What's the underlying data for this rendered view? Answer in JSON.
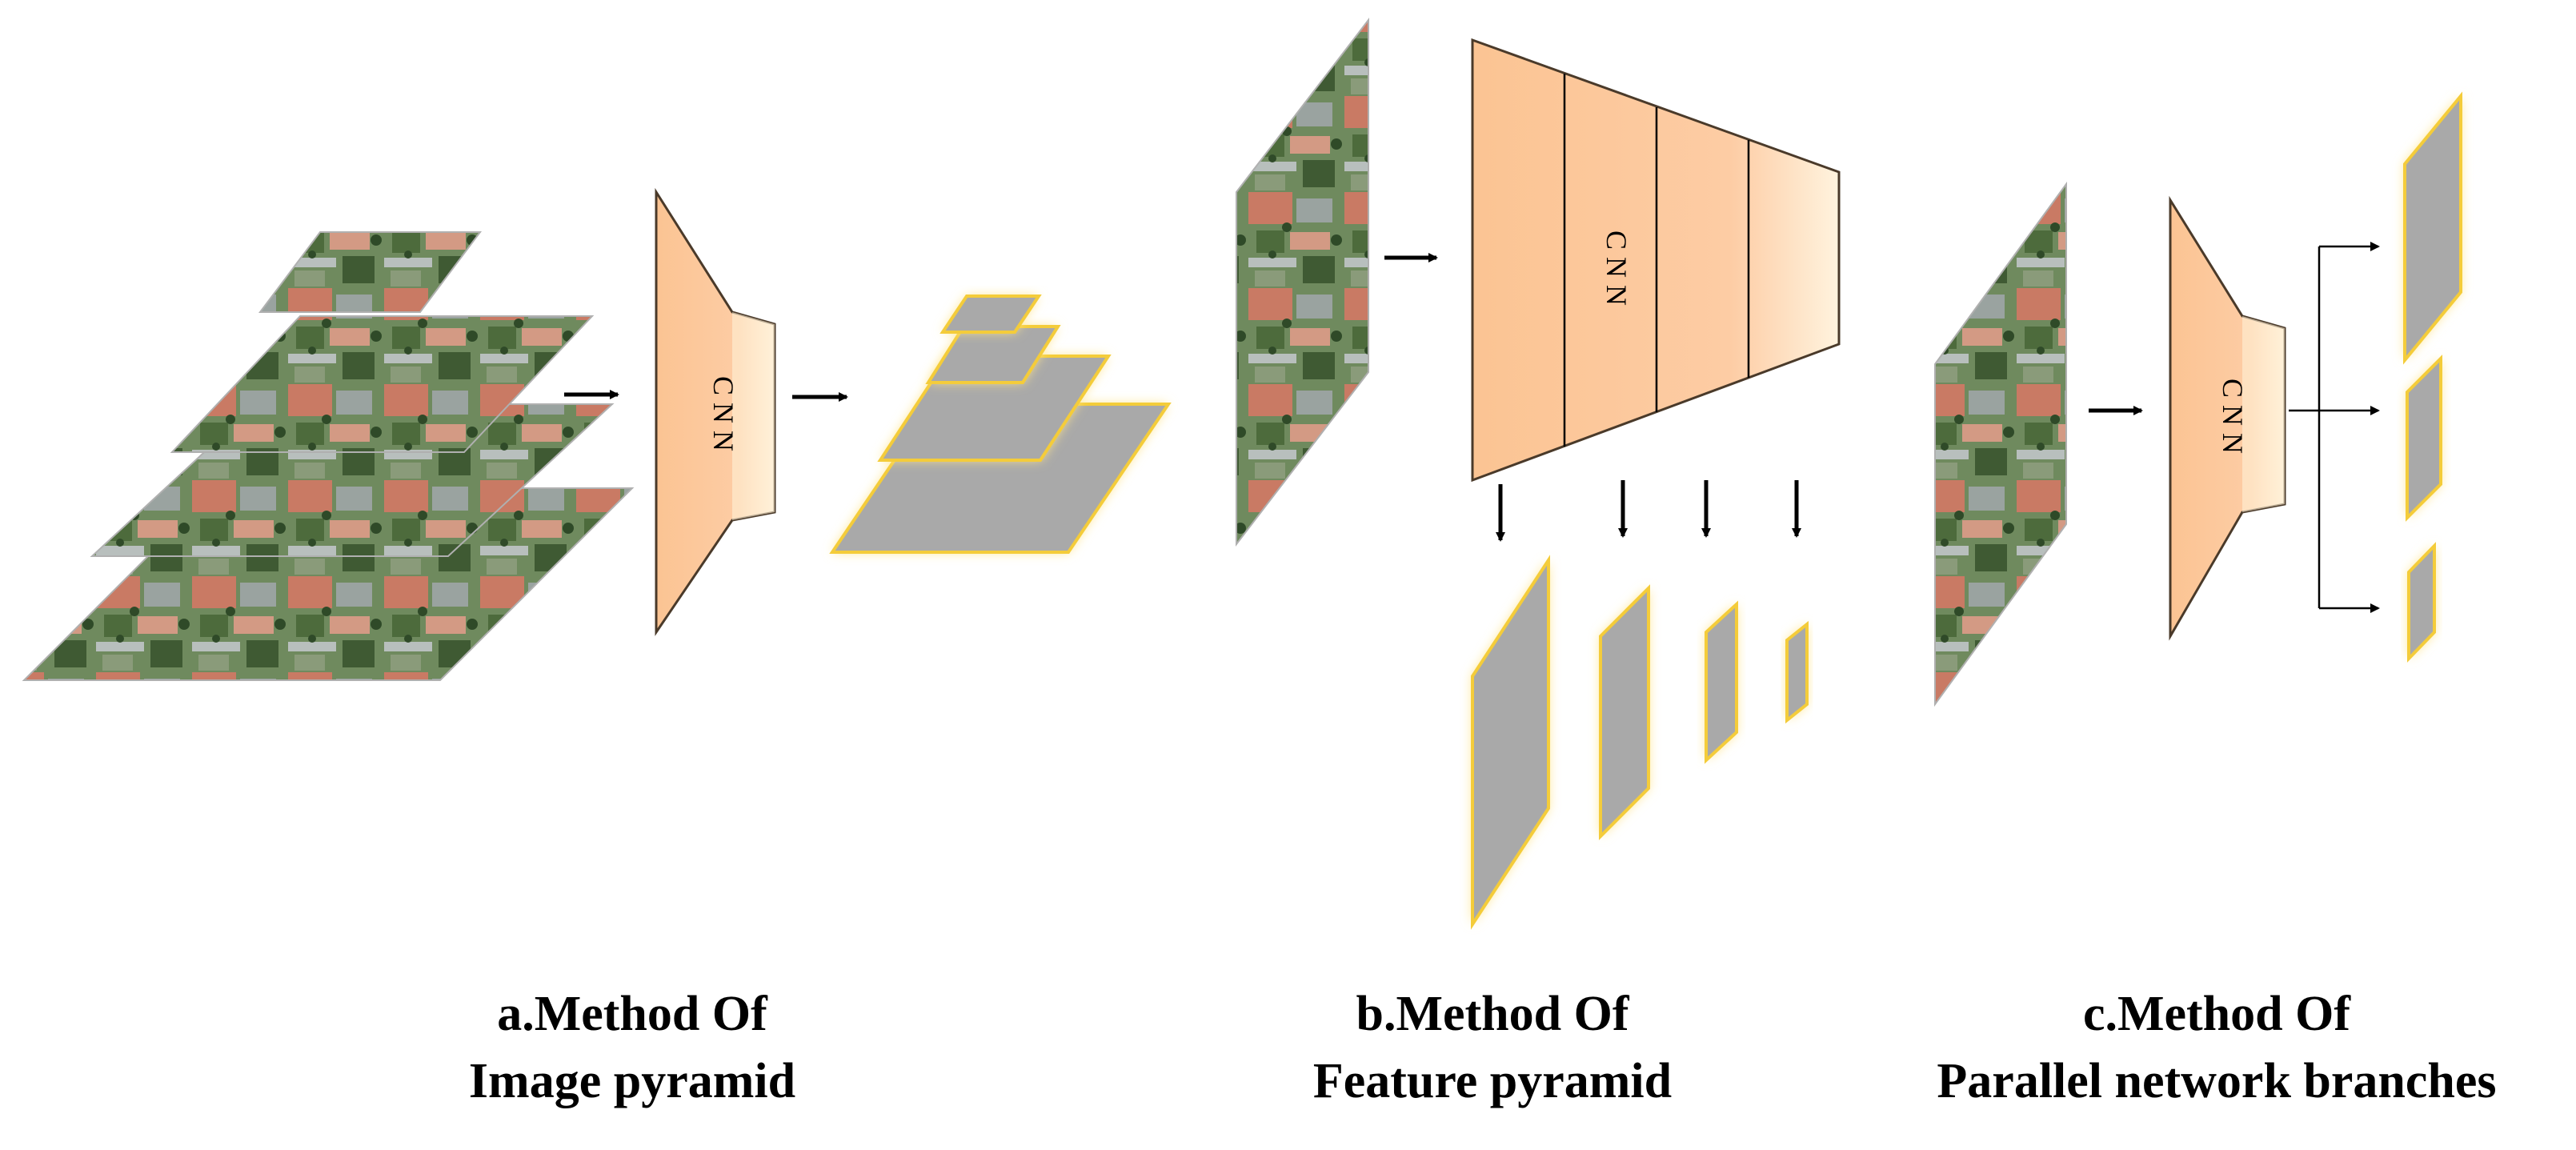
{
  "colors": {
    "cnn_fill": "#fdcaa0",
    "cnn_highlight": "#fff1d8",
    "feature_fill": "#a9a9a9",
    "feature_glow": "#ffe58a",
    "feature_border": "#f4cc3a",
    "arrow": "#000000"
  },
  "panels": [
    {
      "id": "a",
      "cnn_label": "C N N",
      "caption_line1": "a.Method Of",
      "caption_line2": "Image pyramid"
    },
    {
      "id": "b",
      "cnn_label": "C N N",
      "caption_line1": "b.Method Of",
      "caption_line2": "Feature pyramid"
    },
    {
      "id": "c",
      "cnn_label": "C N N",
      "caption_line1": "c.Method Of",
      "caption_line2": "Parallel network branches"
    }
  ]
}
